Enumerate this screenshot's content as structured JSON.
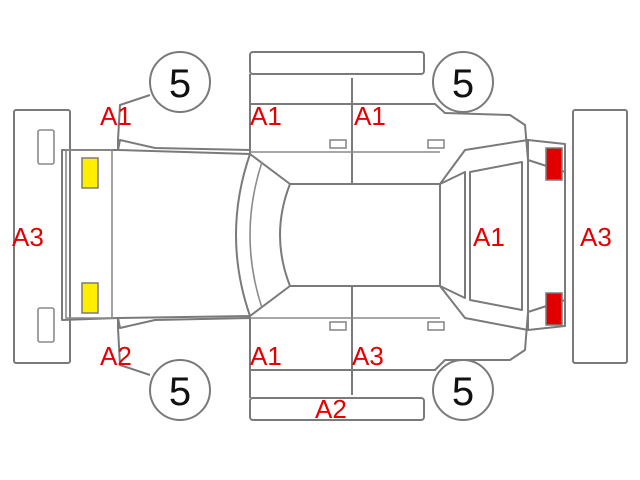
{
  "colors": {
    "label": "#e60000",
    "outline": "#7a7a7a",
    "front_lamp": "#ffee00",
    "rear_lamp": "#e00000"
  },
  "wheels": {
    "front_left": "5",
    "rear_left": "5",
    "front_right": "5",
    "rear_right": "5"
  },
  "labels": {
    "front_fender_top": "A1",
    "front_door_top": "A1",
    "rear_door_top": "A1",
    "front_bumper": "A3",
    "rear_bumper": "A3",
    "trunk": "A1",
    "front_fender_bottom": "A2",
    "front_door_bottom": "A1",
    "rear_door_bottom": "A3",
    "rocker_bottom": "A2"
  },
  "icons": {
    "front_lamps": "yellow-square-icon",
    "rear_lamps": "red-square-icon"
  }
}
